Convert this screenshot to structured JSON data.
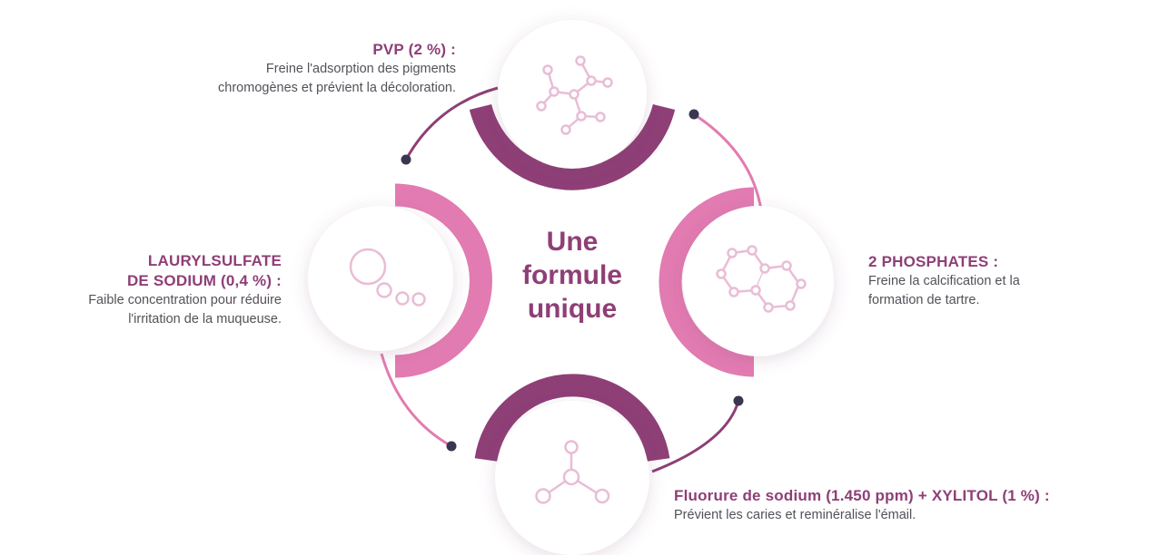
{
  "center": {
    "line1": "Une",
    "line2": "formule",
    "line3": "unique"
  },
  "nodes": [
    {
      "id": "pvp",
      "title": "PVP (2 %) :",
      "desc1": "Freine l'adsorption des pigments",
      "desc2": "chromogènes et prévient la décoloration.",
      "icon": "branched-molecule-icon"
    },
    {
      "id": "lauryl",
      "title1": "LAURYLSULFATE",
      "title2": "DE SODIUM (0,4 %) :",
      "desc1": "Faible concentration pour réduire",
      "desc2": "l'irritation de la muqueuse.",
      "icon": "chain-molecule-icon"
    },
    {
      "id": "phos",
      "title": "2 PHOSPHATES :",
      "desc1": "Freine la calcification et la",
      "desc2": "formation de tartre.",
      "icon": "hexagon-molecule-icon"
    },
    {
      "id": "fluor",
      "title": "Fluorure de sodium (1.450 ppm) + XYLITOL (1 %) :",
      "desc1": "Prévient les caries et reminéralise l'émail.",
      "icon": "tri-molecule-icon"
    }
  ],
  "colors": {
    "plum": "#8e3f76",
    "pink": "#e27bb1",
    "icon": "#e9bdd6",
    "dot": "#3a3550",
    "text": "#555058"
  }
}
